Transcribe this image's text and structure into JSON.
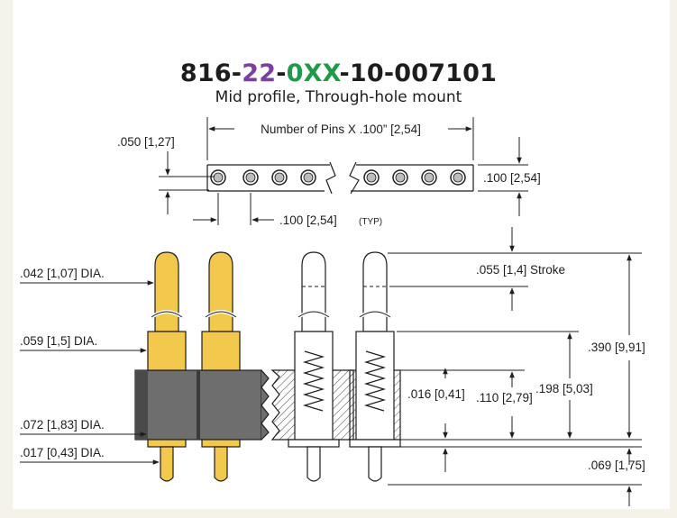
{
  "part_number": {
    "prefix": "816-",
    "series": "22",
    "sep1": "-",
    "variant": "0XX",
    "suffix": "-10-007101",
    "colors": {
      "base": "#1d1d1d",
      "series": "#7b3fa0",
      "variant": "#1f9a48"
    }
  },
  "subtitle": "Mid profile, Through-hole mount",
  "top_view": {
    "pin_pitch_label": "Number of Pins X .100” [2,54]",
    "edge_label": ".050 [1,27]",
    "height_label": ".100 [2,54]",
    "typ_label": ".100 [2,54]",
    "typ_suffix": "(TYP)"
  },
  "side_view": {
    "tip_dia": ".042 [1,07] DIA.",
    "body_dia": ".059 [1,5] DIA.",
    "flange_dia": ".072 [1,83] DIA.",
    "tail_dia": ".017 [0,43] DIA.",
    "stroke": ".055 [1,4] Stroke",
    "gap": ".016 [0,41]",
    "insulator": ".110 [2,79]",
    "above_board": ".198 [5,03]",
    "overall": ".390 [9,91]",
    "tail_length": ".069 [1,75]"
  },
  "colors": {
    "gold": "#f2c94c",
    "gold_dark": "#c9961a",
    "insulator": "#6e6e6e",
    "insulator_dark": "#3a3a3a",
    "line": "#1d1d1d"
  }
}
